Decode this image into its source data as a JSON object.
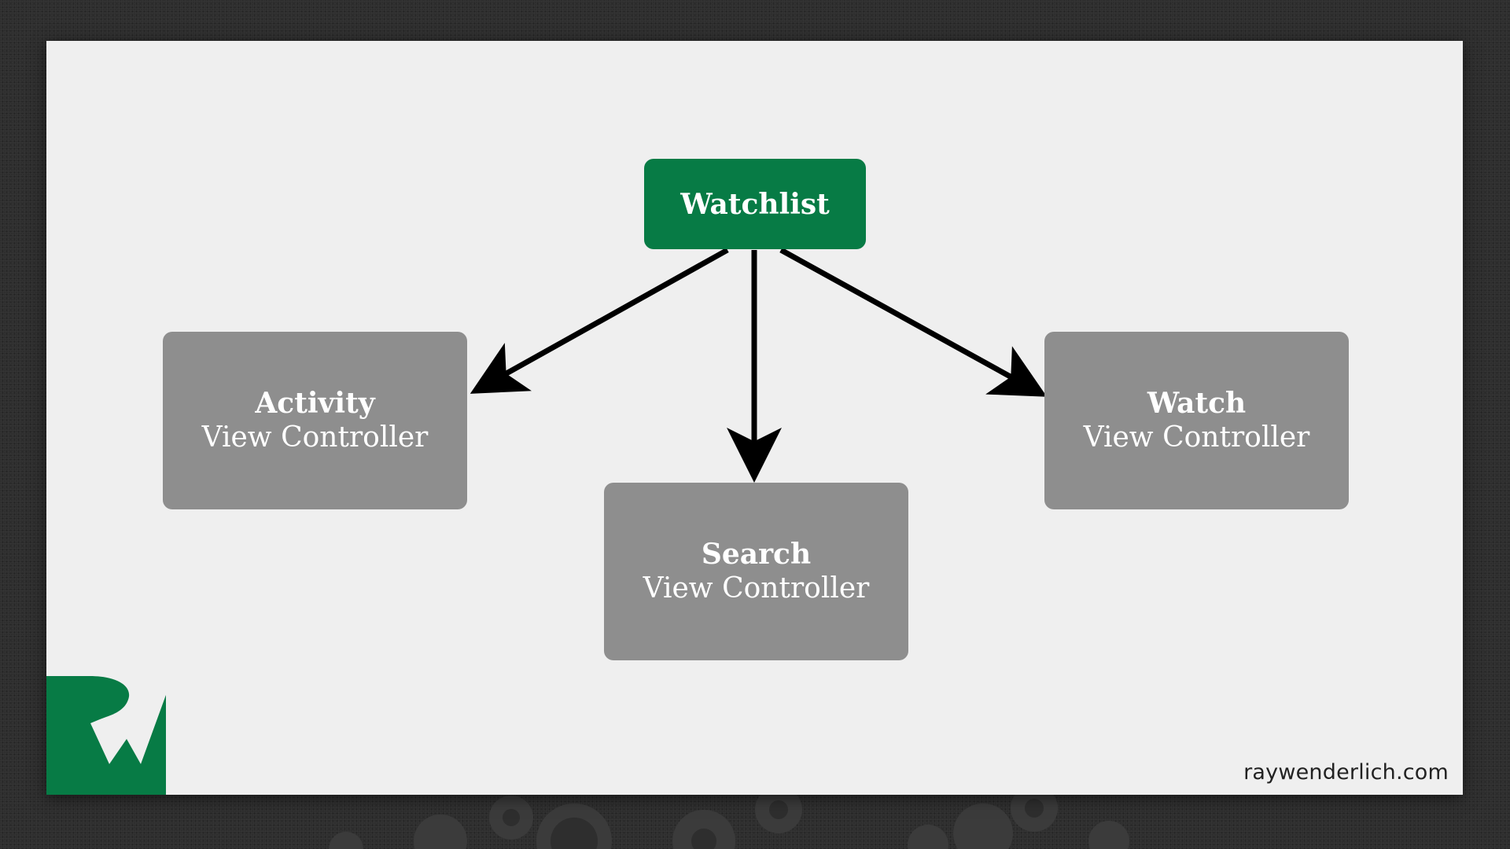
{
  "colors": {
    "backdrop": "#2e2e2e",
    "slide": "#efefef",
    "root_node": "#077b45",
    "child_node": "#8e8e8e",
    "node_text": "#ffffff",
    "arrow": "#000000",
    "logo": "#077b45"
  },
  "diagram": {
    "root": {
      "label": "Watchlist"
    },
    "children": [
      {
        "id": "activity",
        "title": "Activity",
        "subtitle": "View Controller"
      },
      {
        "id": "search",
        "title": "Search",
        "subtitle": "View Controller"
      },
      {
        "id": "watch",
        "title": "Watch",
        "subtitle": "View Controller"
      }
    ],
    "edges": [
      {
        "from": "watchlist",
        "to": "activity"
      },
      {
        "from": "watchlist",
        "to": "search"
      },
      {
        "from": "watchlist",
        "to": "watch"
      }
    ]
  },
  "branding": {
    "logo_icon": "rw-logo-icon",
    "url": "raywenderlich.com"
  }
}
